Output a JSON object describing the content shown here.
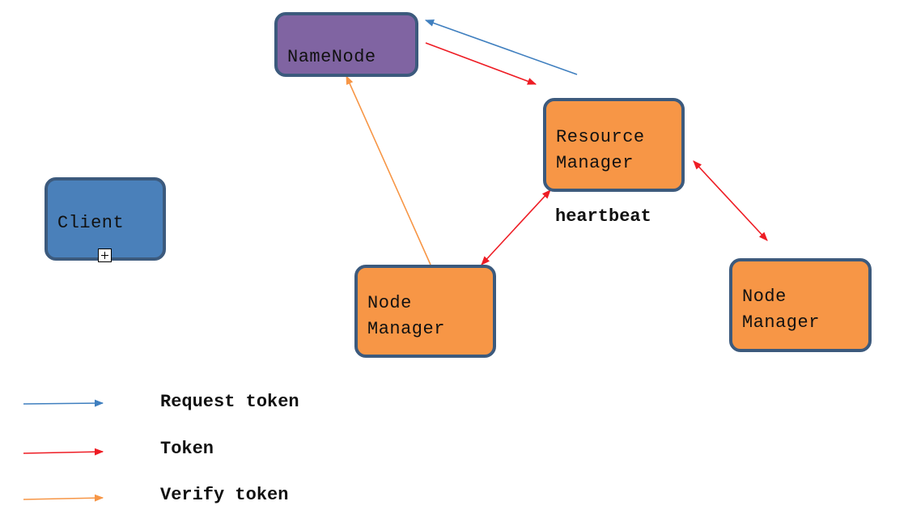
{
  "nodes": {
    "namenode": {
      "lines": [
        "NameNode"
      ]
    },
    "client": {
      "lines": [
        "Client"
      ]
    },
    "resource_manager": {
      "lines": [
        "Resource",
        "Manager"
      ]
    },
    "node_manager_1": {
      "lines": [
        "Node",
        "Manager"
      ]
    },
    "node_manager_2": {
      "lines": [
        "Node",
        "Manager"
      ]
    }
  },
  "edge_labels": {
    "heartbeat": "heartbeat"
  },
  "legend": [
    {
      "label": "Request token",
      "color": "#3f7fbf"
    },
    {
      "label": "Token",
      "color": "#ee1c24"
    },
    {
      "label": "Verify token",
      "color": "#f79646"
    }
  ],
  "colors": {
    "namenode_fill": "#8064a2",
    "client_fill": "#4a80ba",
    "manager_fill": "#f79646",
    "node_border": "#3c5a7d",
    "request_arrow": "#3f7fbf",
    "token_arrow": "#ee1c24",
    "verify_arrow": "#f79646"
  },
  "icons": {
    "client_expand": "plus-box-icon"
  }
}
